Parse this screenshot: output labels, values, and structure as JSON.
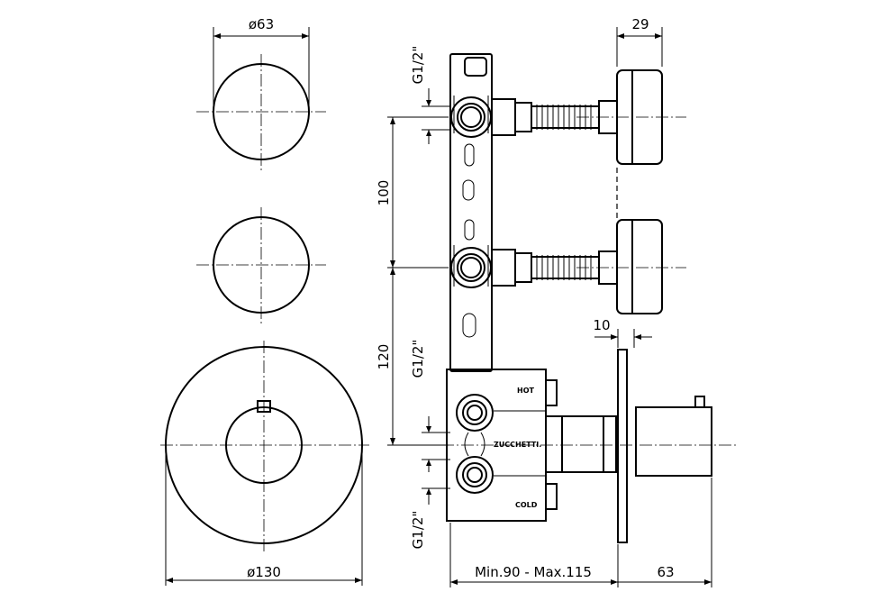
{
  "drawing": {
    "dims": {
      "d63": "ø63",
      "d130": "ø130",
      "w29": "29",
      "w10": "10",
      "h100": "100",
      "h120": "120",
      "thread_top": "G1/2\"",
      "thread_mid": "G1/2\"",
      "thread_bot": "G1/2\"",
      "min_max": "Min.90 - Max.115",
      "w63": "63"
    },
    "labels": {
      "hot": "HOT",
      "cold": "COLD",
      "brand": "ZUCCHETTI."
    }
  }
}
